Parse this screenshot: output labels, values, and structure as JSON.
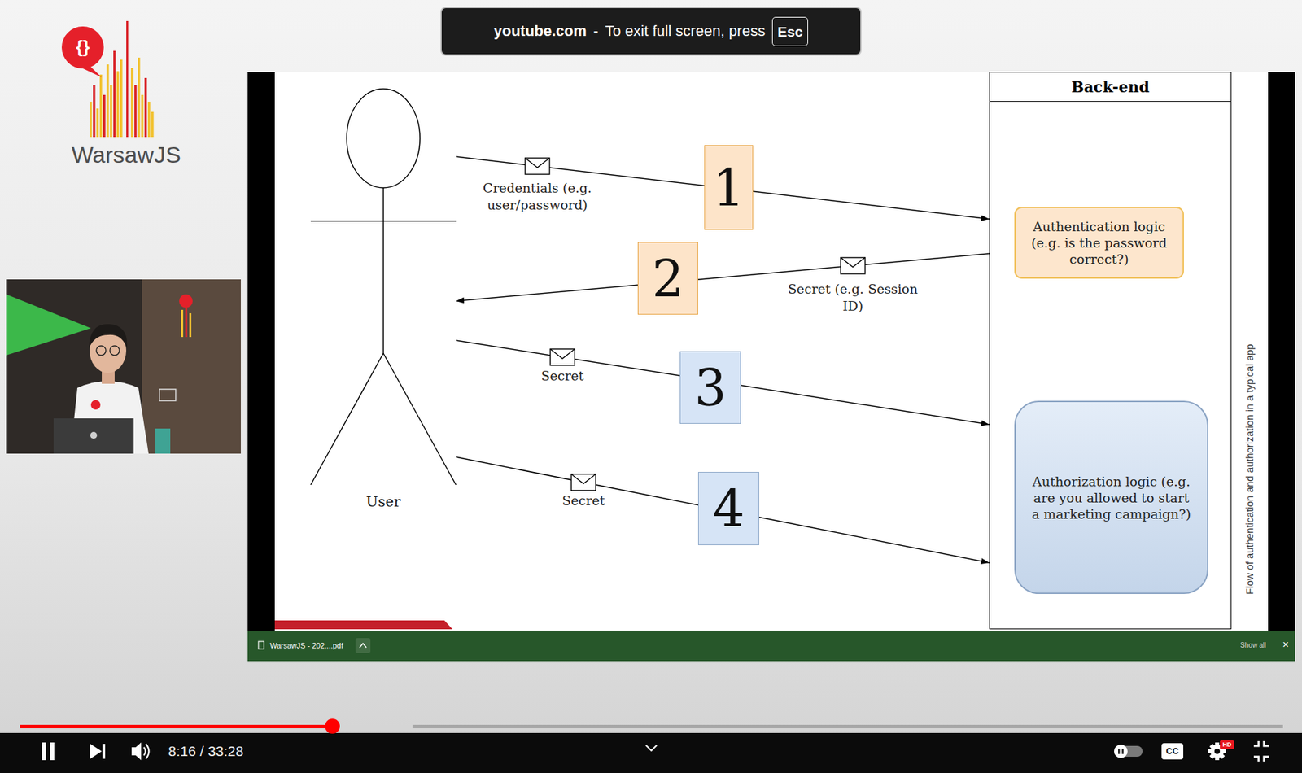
{
  "diagram": {
    "nodes": [
      {
        "text": [
          "User"
        ]
      },
      {
        "text": [
          "1"
        ]
      },
      {
        "text": [
          "2"
        ]
      },
      {
        "text": [
          "3"
        ]
      },
      {
        "text": [
          "4"
        ]
      },
      {
        "text": [
          "Back-end"
        ]
      },
      {
        "text": [
          "Authentication logic (e.g. is the password correct?)"
        ],
        "in": 5
      },
      {
        "text": [
          "Authorization logic (e.g. are you allowed to start a marketing campaign?)"
        ],
        "in": 5
      }
    ],
    "edges": [
      {
        "from": 0,
        "to": 1,
        "arrow": "none",
        "label": "Credentials (e.g. user/password)"
      },
      {
        "from": 1,
        "to": 5,
        "arrow": "to"
      },
      {
        "from": 5,
        "to": 2,
        "arrow": "none",
        "label": "Secret (e.g. Session ID)"
      },
      {
        "from": 2,
        "to": 0,
        "arrow": "to"
      },
      {
        "from": 0,
        "to": 3,
        "arrow": "none",
        "label": "Secret"
      },
      {
        "from": 3,
        "to": 5,
        "arrow": "to"
      },
      {
        "from": 0,
        "to": 4,
        "arrow": "none",
        "label": "Secret"
      },
      {
        "from": 4,
        "to": 5,
        "arrow": "to"
      }
    ],
    "labels": [
      "youtube.com",
      "-",
      "To exit full screen, press",
      "Esc",
      "{}",
      "WarsawJS",
      "Flow of authentication and authorization in a typical app",
      "WarsawJS - 202....pdf",
      "Show all",
      "×",
      "8:16 / 33:28",
      "CC",
      "HD"
    ]
  }
}
